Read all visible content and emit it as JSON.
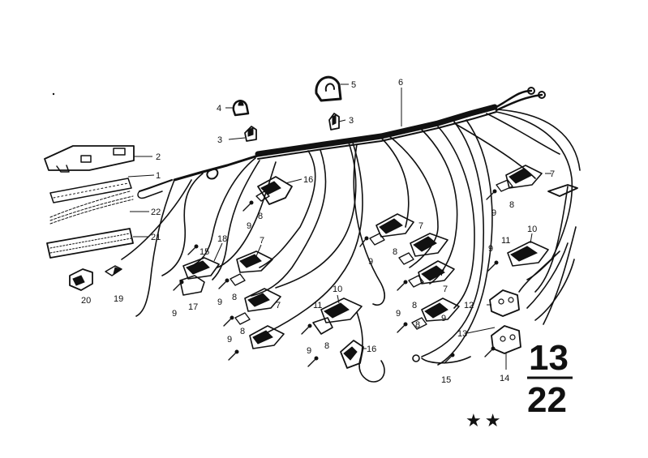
{
  "callouts": {
    "c1": "1",
    "c2": "2",
    "c3a": "3",
    "c3b": "3",
    "c4": "4",
    "c5": "5",
    "c6": "6",
    "c7a": "7",
    "c7b": "7",
    "c7c": "7",
    "c7d": "7",
    "c7e": "7",
    "c7f": "7",
    "c8a": "8",
    "c8b": "8",
    "c8c": "8",
    "c8d": "8",
    "c8e": "8",
    "c8f": "8",
    "c8g": "8",
    "c8h": "8",
    "c9a": "9",
    "c9b": "9",
    "c9c": "9",
    "c9d": "9",
    "c9e": "9",
    "c9f": "9",
    "c9g": "9",
    "c9h": "9",
    "c9i": "9",
    "c9j": "9",
    "c10a": "10",
    "c10b": "10",
    "c11a": "11",
    "c11b": "11",
    "c12": "12",
    "c13": "13",
    "c14": "14",
    "c15a": "15",
    "c15b": "15",
    "c16a": "16",
    "c16b": "16",
    "c17": "17",
    "c18": "18",
    "c19": "19",
    "c20": "20",
    "c21": "21",
    "c22": "22"
  },
  "group_number": {
    "top": "13",
    "bottom": "22"
  },
  "marker_stars": "★★"
}
